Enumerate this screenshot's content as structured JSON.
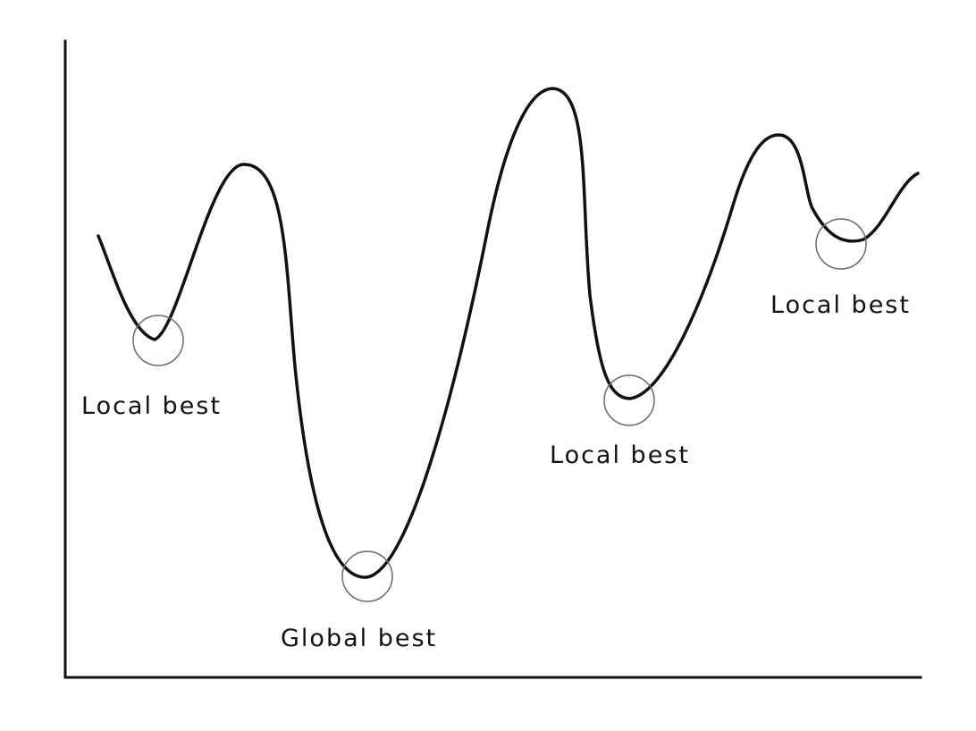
{
  "diagram": {
    "labels": {
      "local_best_1": "Local best",
      "global_best": "Global best",
      "local_best_2": "Local best",
      "local_best_3": "Local best"
    },
    "colors": {
      "line": "#111111",
      "marker": "#6a6a6a",
      "background": "#ffffff"
    }
  }
}
